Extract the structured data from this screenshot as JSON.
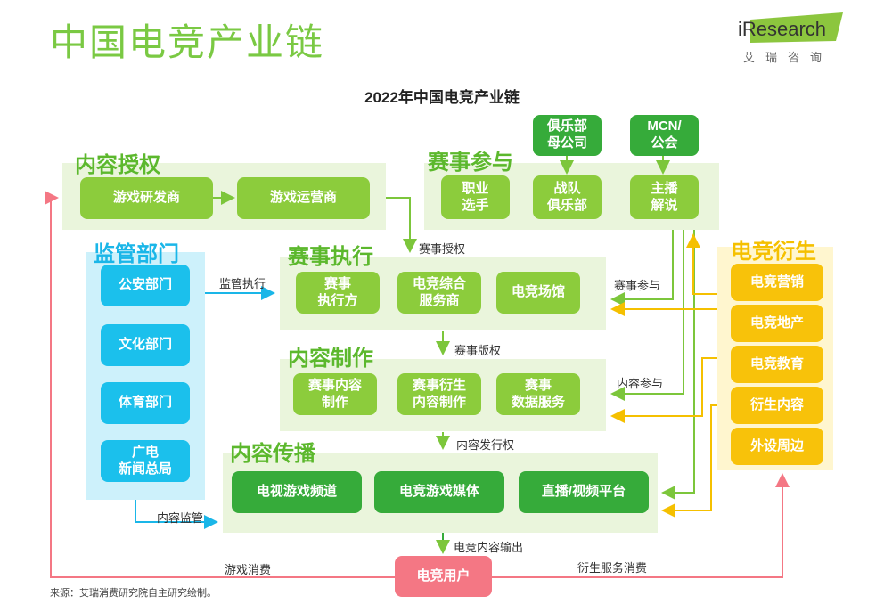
{
  "header": {
    "title": "中国电竞产业链",
    "logo": "iResearch",
    "logo_sub": "艾瑞咨询",
    "subtitle": "2022年中国电竞产业链"
  },
  "sections": {
    "content_license": {
      "title": "内容授权",
      "items": [
        "游戏研发商",
        "游戏运营商"
      ]
    },
    "regulators": {
      "title": "监管部门",
      "items": [
        "公安部门",
        "文化部门",
        "体育部门",
        "广电\n新闻总局"
      ]
    },
    "participation": {
      "title": "赛事参与",
      "top_items": [
        "俱乐部\n母公司",
        "MCN/\n公会"
      ],
      "items": [
        "职业\n选手",
        "战队\n俱乐部",
        "主播\n解说"
      ]
    },
    "execution": {
      "title": "赛事执行",
      "items": [
        "赛事\n执行方",
        "电竞综合\n服务商",
        "电竞场馆"
      ]
    },
    "production": {
      "title": "内容制作",
      "items": [
        "赛事内容\n制作",
        "赛事衍生\n内容制作",
        "赛事\n数据服务"
      ]
    },
    "distribution": {
      "title": "内容传播",
      "items": [
        "电视游戏频道",
        "电竞游戏媒体",
        "直播/视频平台"
      ]
    },
    "derivatives": {
      "title": "电竞衍生",
      "items": [
        "电竞营销",
        "电竞地产",
        "电竞教育",
        "衍生内容",
        "外设周边"
      ]
    },
    "user": {
      "label": "电竞用户"
    }
  },
  "labels": {
    "event_license": "赛事授权",
    "supervision_exec": "监管执行",
    "event_participation": "赛事参与",
    "event_copyright": "赛事版权",
    "content_participation": "内容参与",
    "content_distribution_rights": "内容发行权",
    "content_supervision": "内容监管",
    "content_output": "电竞内容输出",
    "game_consumption": "游戏消费",
    "derivative_consumption": "衍生服务消费"
  },
  "footer": {
    "source": "来源：艾瑞消费研究院自主研究绘制。"
  },
  "colors": {
    "green_title": "#7ac943",
    "light_green": "#8ccc3c",
    "dark_green": "#36ab3a",
    "cyan": "#1bc0ec",
    "yellow": "#f8c20a",
    "pink": "#f47784"
  }
}
